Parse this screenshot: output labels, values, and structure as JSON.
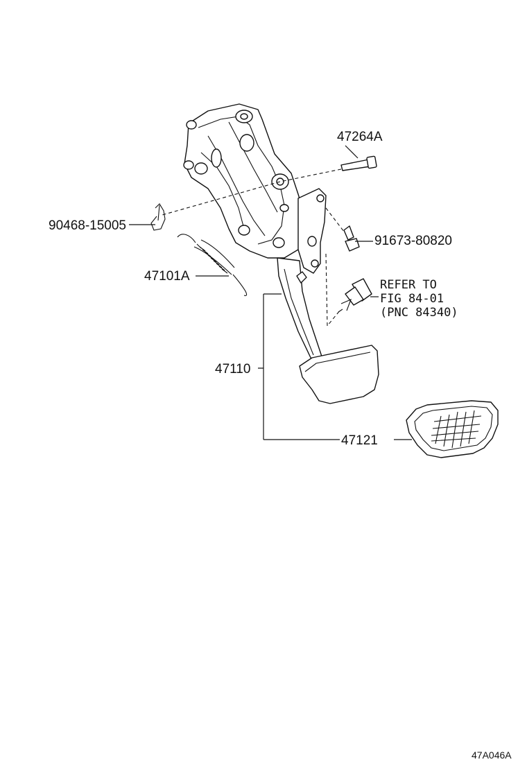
{
  "parts": {
    "bolt": "47264A",
    "clip": "90468-15005",
    "screw": "91673-80820",
    "spring": "47101A",
    "pedal_arm": "47110",
    "pedal_pad": "47121"
  },
  "reference": {
    "line1": "REFER TO",
    "line2": "FIG 84-01",
    "line3": "(PNC 84340)"
  },
  "figure_code": "47A046A"
}
